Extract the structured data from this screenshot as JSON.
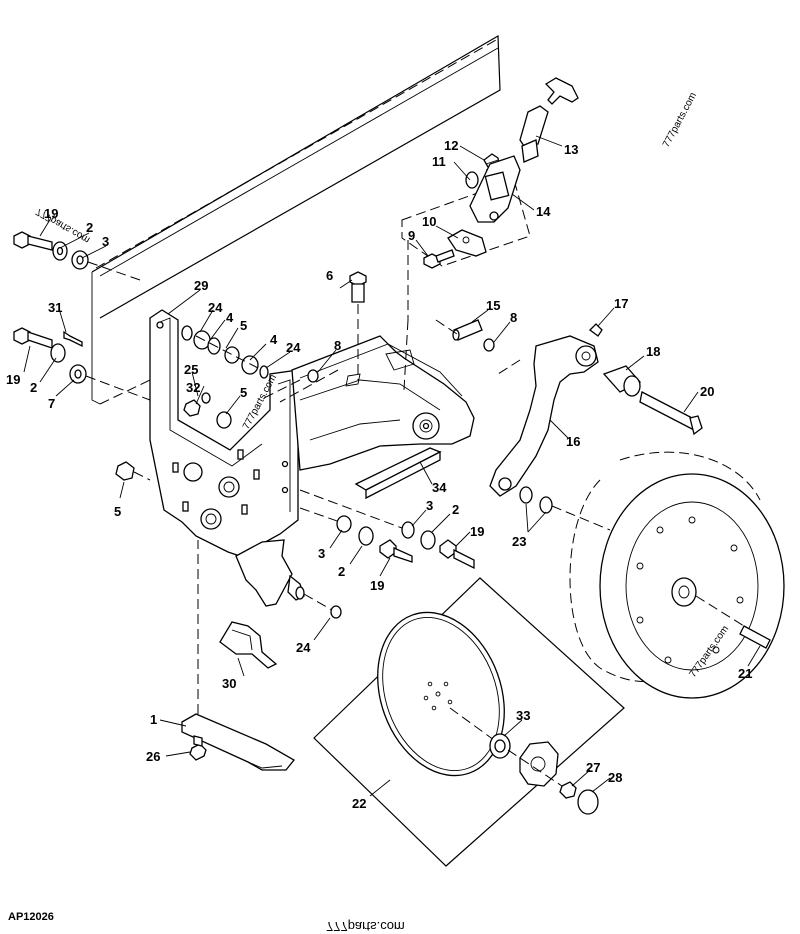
{
  "figure": {
    "code": "AP12026",
    "watermark": "777parts.com",
    "watermark_mirrored": "777parts.com"
  },
  "callouts": [
    {
      "id": "c1",
      "text": "1"
    },
    {
      "id": "c2a",
      "text": "2"
    },
    {
      "id": "c2b",
      "text": "2"
    },
    {
      "id": "c2c",
      "text": "2"
    },
    {
      "id": "c2d",
      "text": "2"
    },
    {
      "id": "c3a",
      "text": "3"
    },
    {
      "id": "c3b",
      "text": "3"
    },
    {
      "id": "c3c",
      "text": "3"
    },
    {
      "id": "c4a",
      "text": "4"
    },
    {
      "id": "c4b",
      "text": "4"
    },
    {
      "id": "c5a",
      "text": "5"
    },
    {
      "id": "c5b",
      "text": "5"
    },
    {
      "id": "c5c",
      "text": "5"
    },
    {
      "id": "c6",
      "text": "6"
    },
    {
      "id": "c7",
      "text": "7"
    },
    {
      "id": "c8a",
      "text": "8"
    },
    {
      "id": "c8b",
      "text": "8"
    },
    {
      "id": "c9",
      "text": "9"
    },
    {
      "id": "c10",
      "text": "10"
    },
    {
      "id": "c11",
      "text": "11"
    },
    {
      "id": "c12",
      "text": "12"
    },
    {
      "id": "c13",
      "text": "13"
    },
    {
      "id": "c14",
      "text": "14"
    },
    {
      "id": "c15",
      "text": "15"
    },
    {
      "id": "c16",
      "text": "16"
    },
    {
      "id": "c17",
      "text": "17"
    },
    {
      "id": "c18",
      "text": "18"
    },
    {
      "id": "c19a",
      "text": "19"
    },
    {
      "id": "c19b",
      "text": "19"
    },
    {
      "id": "c19c",
      "text": "19"
    },
    {
      "id": "c19d",
      "text": "19"
    },
    {
      "id": "c20",
      "text": "20"
    },
    {
      "id": "c21",
      "text": "21"
    },
    {
      "id": "c22",
      "text": "22"
    },
    {
      "id": "c23",
      "text": "23"
    },
    {
      "id": "c24a",
      "text": "24"
    },
    {
      "id": "c24b",
      "text": "24"
    },
    {
      "id": "c24c",
      "text": "24"
    },
    {
      "id": "c25",
      "text": "25"
    },
    {
      "id": "c26",
      "text": "26"
    },
    {
      "id": "c27",
      "text": "27"
    },
    {
      "id": "c28",
      "text": "28"
    },
    {
      "id": "c29",
      "text": "29"
    },
    {
      "id": "c30",
      "text": "30"
    },
    {
      "id": "c31",
      "text": "31"
    },
    {
      "id": "c32",
      "text": "32"
    },
    {
      "id": "c33",
      "text": "33"
    },
    {
      "id": "c34",
      "text": "34"
    }
  ]
}
